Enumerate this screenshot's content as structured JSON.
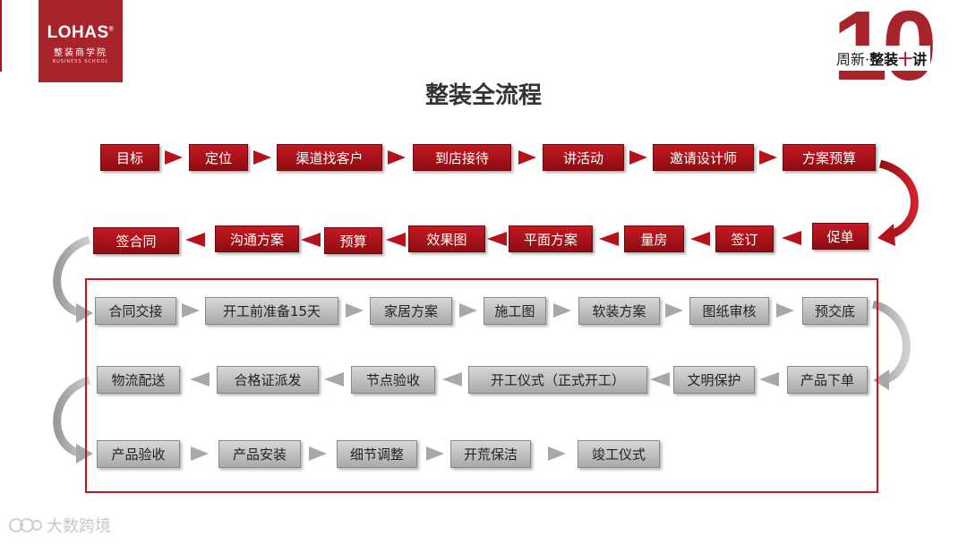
{
  "logo": {
    "brand": "LOHAS",
    "registered": "®",
    "subtitle": "整装商学院",
    "tagline": "BUSINESS SCHOOL"
  },
  "series": {
    "number": "10",
    "prefix": "周新·",
    "bold": "整装",
    "ten": "十",
    "suffix": "讲"
  },
  "title": "整装全流程",
  "row1": [
    "目标",
    "定位",
    "渠道找客户",
    "到店接待",
    "讲活动",
    "邀请设计师",
    "方案预算"
  ],
  "row2": [
    "促单",
    "签订",
    "量房",
    "平面方案",
    "效果图",
    "预算",
    "沟通方案",
    "签合同"
  ],
  "row3": [
    "合同交接",
    "开工前准备15天",
    "家居方案",
    "施工图",
    "软装方案",
    "图纸审核",
    "预交底"
  ],
  "row4": [
    "产品下单",
    "文明保护",
    "开工仪式（正式开工）",
    "节点验收",
    "合格证派发",
    "物流配送"
  ],
  "row5": [
    "产品验收",
    "产品安装",
    "细节调整",
    "开荒保洁",
    "竣工仪式"
  ],
  "watermark": "大数跨境",
  "colors": {
    "accent": "#b5121b",
    "gray": "#b4b4b4"
  }
}
